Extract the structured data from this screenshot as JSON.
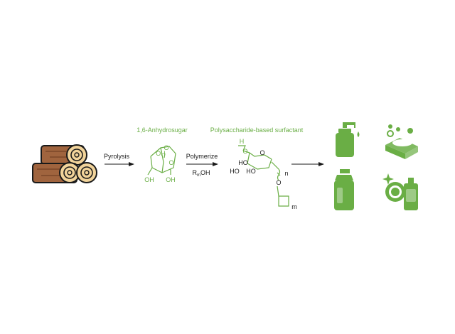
{
  "scheme": {
    "colors": {
      "green": "#6aae45",
      "wood": "#a0643e",
      "wood_end": "#f1d39a",
      "outline": "#1a1a1a"
    },
    "step1_label": "Pyrolysis",
    "step2_label": "Polymerize",
    "step2_reagent_main": "R",
    "step2_reagent_sub": "m",
    "step2_reagent_tail": "OH",
    "intermediate_title": "1,6-Anhydrosugar",
    "product_title": "Polysaccharide-based surfactant",
    "anhydro_labels": {
      "oh_top": "OH",
      "oh_left": "OH",
      "oh_right": "OH",
      "o_ring": "O",
      "o_bridge": "O"
    },
    "surfactant_labels": {
      "h": "H",
      "o_top": "O",
      "o_ring": "O",
      "ho_1": "HO",
      "ho_2": "HO",
      "ho_3": "HO",
      "n": "n",
      "o_tail": "O",
      "m": "m"
    },
    "icons": [
      "wood-logs-icon",
      "soap-pump-icon",
      "soap-bar-icon",
      "detergent-bottle-icon",
      "dish-soap-icon"
    ]
  }
}
